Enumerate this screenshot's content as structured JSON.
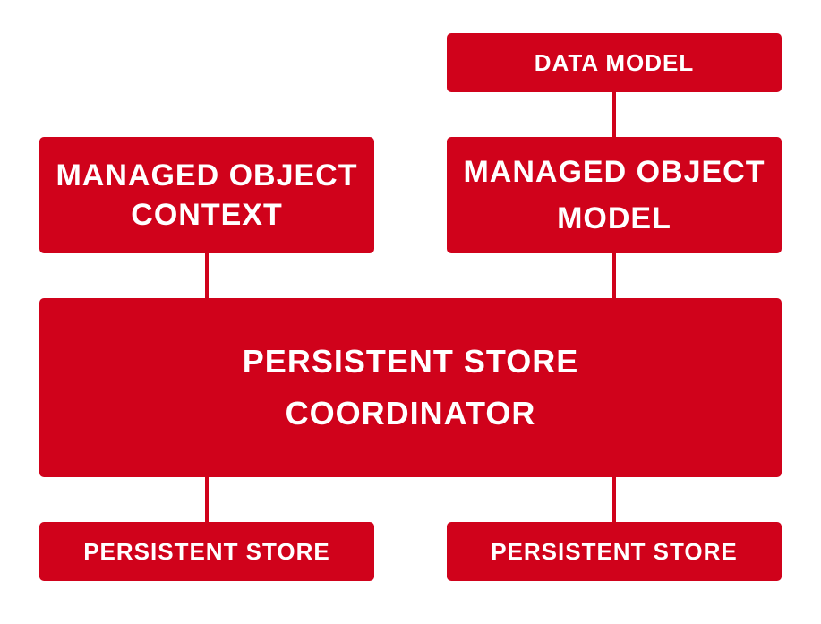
{
  "diagram": {
    "data_model": "DATA MODEL",
    "managed_object_context": "MANAGED OBJECT\nCONTEXT",
    "managed_object_model": "MANAGED OBJECT\nMODEL",
    "persistent_store_coordinator": "PERSISTENT STORE\nCOORDINATOR",
    "persistent_store_left": "PERSISTENT STORE",
    "persistent_store_right": "PERSISTENT STORE"
  },
  "colors": {
    "box_fill": "#d0021b",
    "text": "#ffffff",
    "background": "#ffffff"
  }
}
